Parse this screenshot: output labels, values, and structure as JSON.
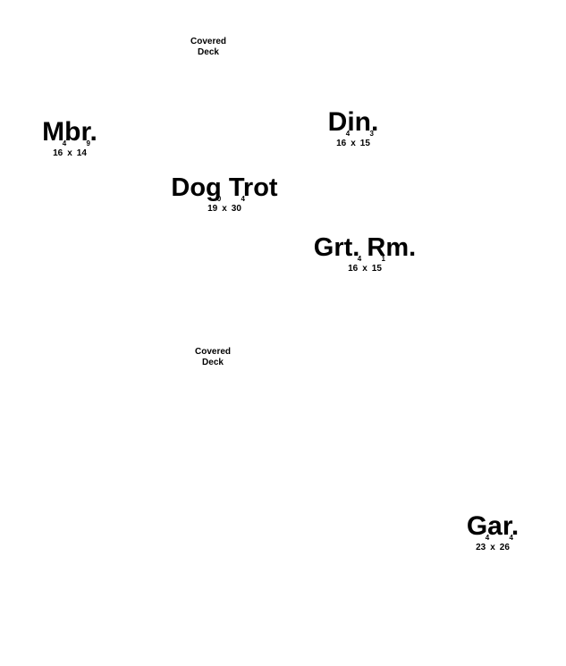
{
  "rooms": {
    "mbr": {
      "name": "Mbr.",
      "dim1": "16",
      "sup1": "4",
      "dim2": "14",
      "sup2": "9"
    },
    "din": {
      "name": "Din.",
      "dim1": "16",
      "sup1": "4",
      "dim2": "15",
      "sup2": "3"
    },
    "dogtrot": {
      "name": "Dog Trot",
      "dim1": "19",
      "sup1": "0",
      "dim2": "30",
      "sup2": "4"
    },
    "grtrm": {
      "name": "Grt. Rm.",
      "dim1": "16",
      "sup1": "4",
      "dim2": "15",
      "sup2": "1"
    },
    "gar": {
      "name": "Gar.",
      "dim1": "23",
      "sup1": "4",
      "dim2": "26",
      "sup2": "4"
    }
  },
  "decks": {
    "top": {
      "line1": "Covered",
      "line2": "Deck"
    },
    "bottom": {
      "line1": "Covered",
      "line2": "Deck"
    }
  },
  "dim_separator": "x"
}
